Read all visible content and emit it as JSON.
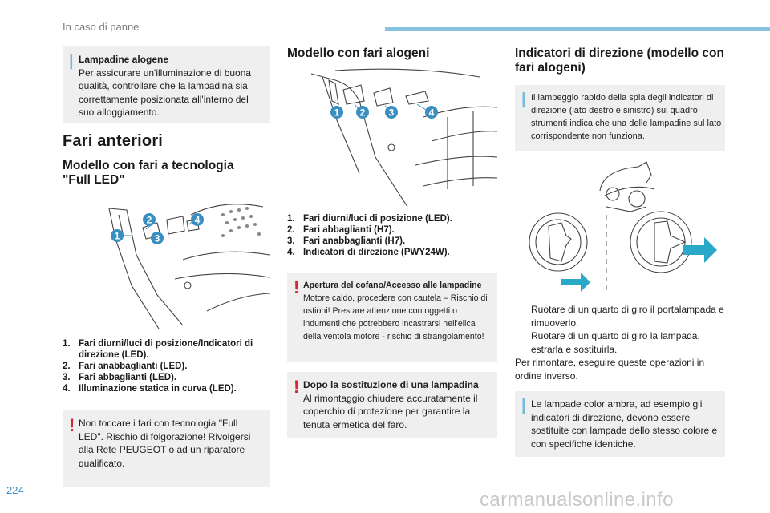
{
  "header": {
    "title": "In caso di panne",
    "page_number": "224"
  },
  "watermark": "carmanualsonline.info",
  "col1": {
    "note_halogen": {
      "title": "Lampadine alogene",
      "text": "Per assicurare un'illuminazione di buona qualità, controllare che la lampadina sia correttamente posizionata all'interno del suo alloggiamento."
    },
    "section_title": "Fari anteriori",
    "subtitle": "Modello con fari a tecnologia \"Full LED\"",
    "callouts": [
      "1",
      "2",
      "3",
      "4"
    ],
    "list": [
      {
        "num": "1.",
        "text": "Fari diurni/luci di posizione/Indicatori di direzione (LED)."
      },
      {
        "num": "2.",
        "text": "Fari anabbaglianti (LED)."
      },
      {
        "num": "3.",
        "text": "Fari abbaglianti (LED)."
      },
      {
        "num": "4.",
        "text": "Illuminazione statica in curva (LED)."
      }
    ],
    "warning_led": "Non toccare i fari con tecnologia \"Full LED\". Rischio di folgorazione! Rivolgersi alla Rete PEUGEOT o ad un riparatore qualificato."
  },
  "col2": {
    "subtitle": "Modello con fari alogeni",
    "callouts": [
      "1",
      "2",
      "3",
      "4"
    ],
    "list": [
      {
        "num": "1.",
        "text": "Fari diurni/luci di posizione (LED)."
      },
      {
        "num": "2.",
        "text": "Fari abbaglianti (H7)."
      },
      {
        "num": "3.",
        "text": "Fari anabbaglianti (H7)."
      },
      {
        "num": "4.",
        "text": "Indicatori di direzione (PWY24W)."
      }
    ],
    "warning_hood": {
      "title": "Apertura del cofano/Accesso alle lampadine",
      "text": "Motore caldo, procedere con cautela – Rischio di ustioni! Prestare attenzione con oggetti o indumenti che potrebbero incastrarsi nell'elica della ventola motore - rischio di strangolamento!"
    },
    "warning_refit": {
      "title": "Dopo la sostituzione di una lampadina",
      "text": "Al rimontaggio chiudere accuratamente il coperchio di protezione per garantire la tenuta ermetica del faro."
    }
  },
  "col3": {
    "subtitle": "Indicatori di direzione (modello con fari alogeni)",
    "info_blink": "Il lampeggio rapido della spia degli indicatori di direzione (lato destro e sinistro) sul quadro strumenti indica che una delle lampadine sul lato corrispondente non funziona.",
    "steps": [
      {
        "sym": "",
        "text": "Ruotare di un quarto di giro il portalampada e rimuoverlo."
      },
      {
        "sym": "",
        "text": "Ruotare di un quarto di giro la lampada, estrarla e sostituirla."
      }
    ],
    "reassembly": "Per rimontare, eseguire queste operazioni in ordine inverso.",
    "info_amber": "Le lampade color ambra, ad esempio gli indicatori di direzione, devono essere sostituite con lampade dello stesso colore e con specifiche identiche."
  },
  "colors": {
    "accent": "#3a8fc0",
    "callout": "#3a8fc0",
    "info_bar": "#79b9dc",
    "warning": "#d9232e",
    "box_bg": "#efefef",
    "arrow": "#2aa8c8"
  },
  "icons": [
    "info-marker-icon",
    "warning-marker-icon",
    "turn-arrow-icon",
    "bullet-icon"
  ]
}
